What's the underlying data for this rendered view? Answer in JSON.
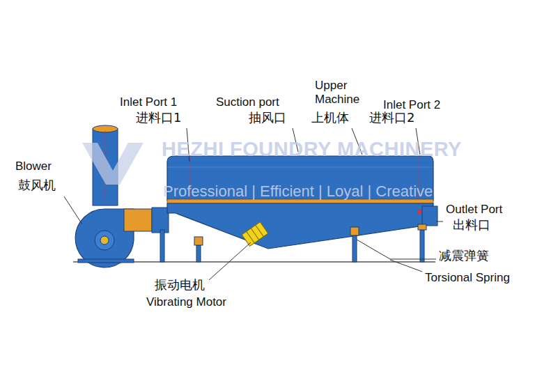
{
  "diagram": {
    "labels": [
      "Inlet Port 1",
      "进料口1",
      "Suction port",
      "抽风口",
      "Upper Machine",
      "上机体",
      "Inlet Port 2",
      "进料口2",
      "HEZHI FOUNDRY MACHINERY",
      "Professional | Efficient | Loyal | Creative",
      "Blower",
      "鼓风机",
      "Outlet Port",
      "出料口",
      "减震弹簧",
      "Torsional Spring",
      "振动电机",
      "Vibrating Motor"
    ]
  }
}
